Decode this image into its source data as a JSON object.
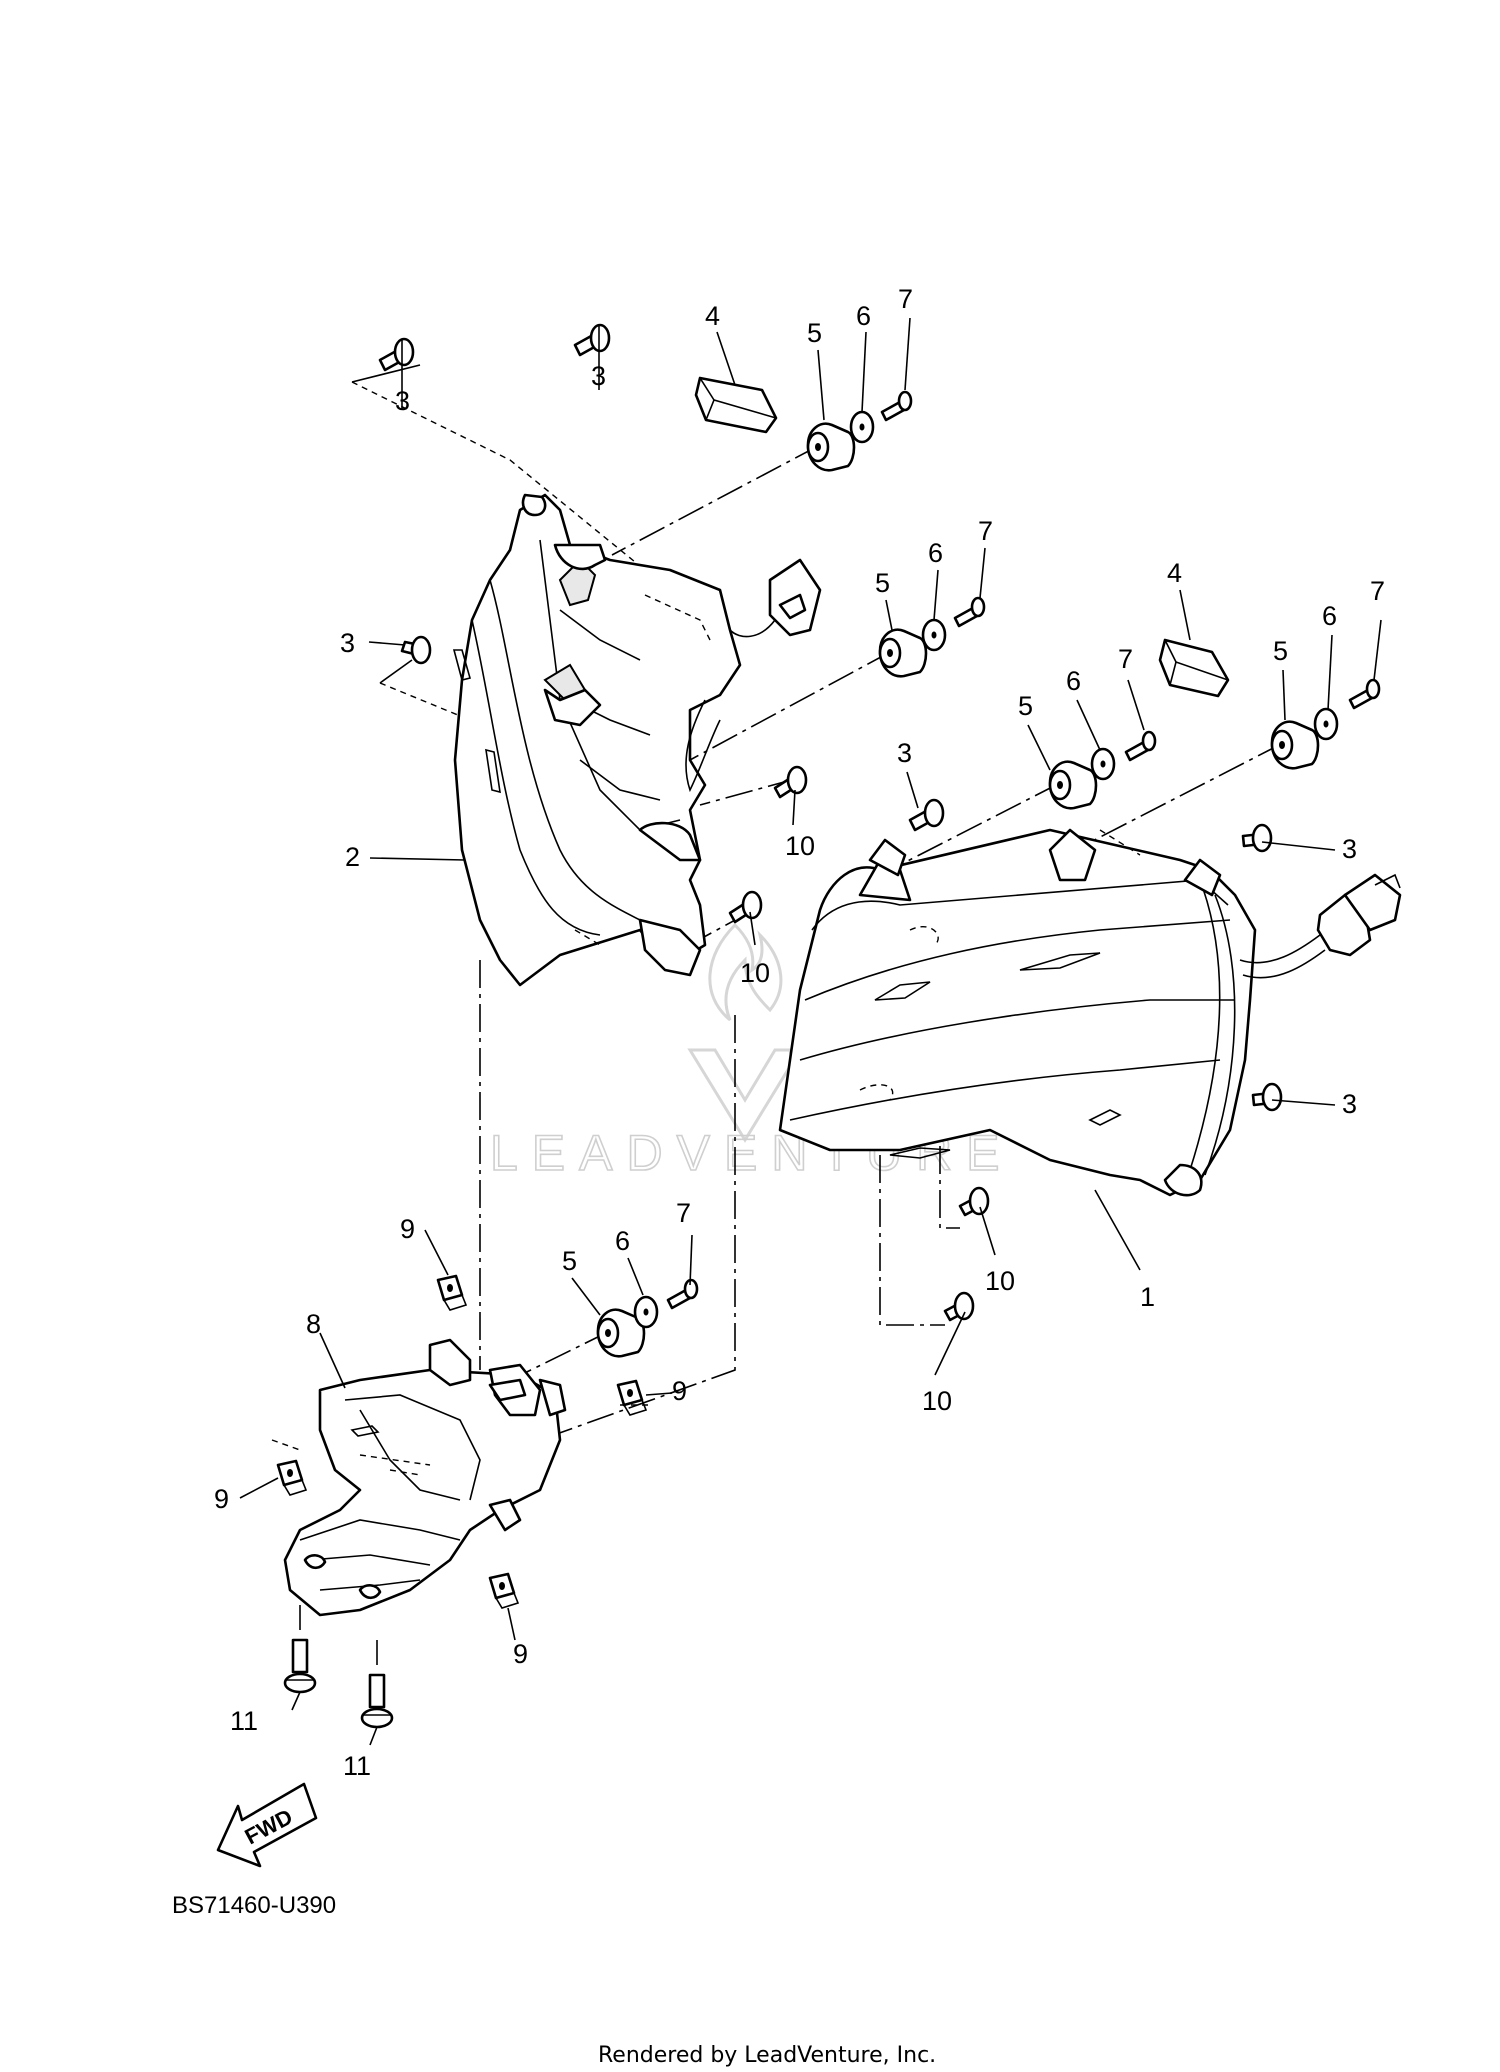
{
  "callouts": [
    {
      "id": "c-7a",
      "label": "7"
    },
    {
      "id": "c-6a",
      "label": "6"
    },
    {
      "id": "c-5a",
      "label": "5"
    },
    {
      "id": "c-4a",
      "label": "4"
    },
    {
      "id": "c-3a",
      "label": "3"
    },
    {
      "id": "c-3b",
      "label": "3"
    },
    {
      "id": "c-3c",
      "label": "3"
    },
    {
      "id": "c-7b",
      "label": "7"
    },
    {
      "id": "c-6b",
      "label": "6"
    },
    {
      "id": "c-5b",
      "label": "5"
    },
    {
      "id": "c-4b",
      "label": "4"
    },
    {
      "id": "c-7c",
      "label": "7"
    },
    {
      "id": "c-6c",
      "label": "6"
    },
    {
      "id": "c-5c",
      "label": "5"
    },
    {
      "id": "c-7d",
      "label": "7"
    },
    {
      "id": "c-6d",
      "label": "6"
    },
    {
      "id": "c-5d",
      "label": "5"
    },
    {
      "id": "c-3d",
      "label": "3"
    },
    {
      "id": "c-3e",
      "label": "3"
    },
    {
      "id": "c-3f",
      "label": "3"
    },
    {
      "id": "c-10a",
      "label": "10"
    },
    {
      "id": "c-2",
      "label": "2"
    },
    {
      "id": "c-10b",
      "label": "10"
    },
    {
      "id": "c-10c",
      "label": "10"
    },
    {
      "id": "c-1",
      "label": "1"
    },
    {
      "id": "c-10d",
      "label": "10"
    },
    {
      "id": "c-9a",
      "label": "9"
    },
    {
      "id": "c-7e",
      "label": "7"
    },
    {
      "id": "c-6e",
      "label": "6"
    },
    {
      "id": "c-5e",
      "label": "5"
    },
    {
      "id": "c-8",
      "label": "8"
    },
    {
      "id": "c-9b",
      "label": "9"
    },
    {
      "id": "c-9c",
      "label": "9"
    },
    {
      "id": "c-9d",
      "label": "9"
    },
    {
      "id": "c-11a",
      "label": "11"
    },
    {
      "id": "c-11b",
      "label": "11"
    }
  ],
  "fwd_arrow": {
    "label": "FWD"
  },
  "diagram_code": "BS71460-U390",
  "watermark": {
    "text": "LEADVENTURE"
  },
  "footer": "Rendered by LeadVenture, Inc."
}
